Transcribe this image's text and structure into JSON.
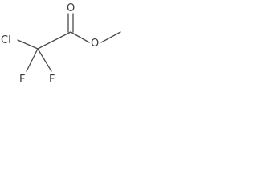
{
  "molecule": {
    "atoms": {
      "chlorine": "Cl",
      "fluorine_left": "F",
      "fluorine_right": "F",
      "carbonyl_oxygen": "O",
      "ester_oxygen": "O"
    }
  },
  "colors": {
    "bond": "#4a4a4a",
    "label": "#3a3a3a",
    "background": "#ffffff"
  }
}
